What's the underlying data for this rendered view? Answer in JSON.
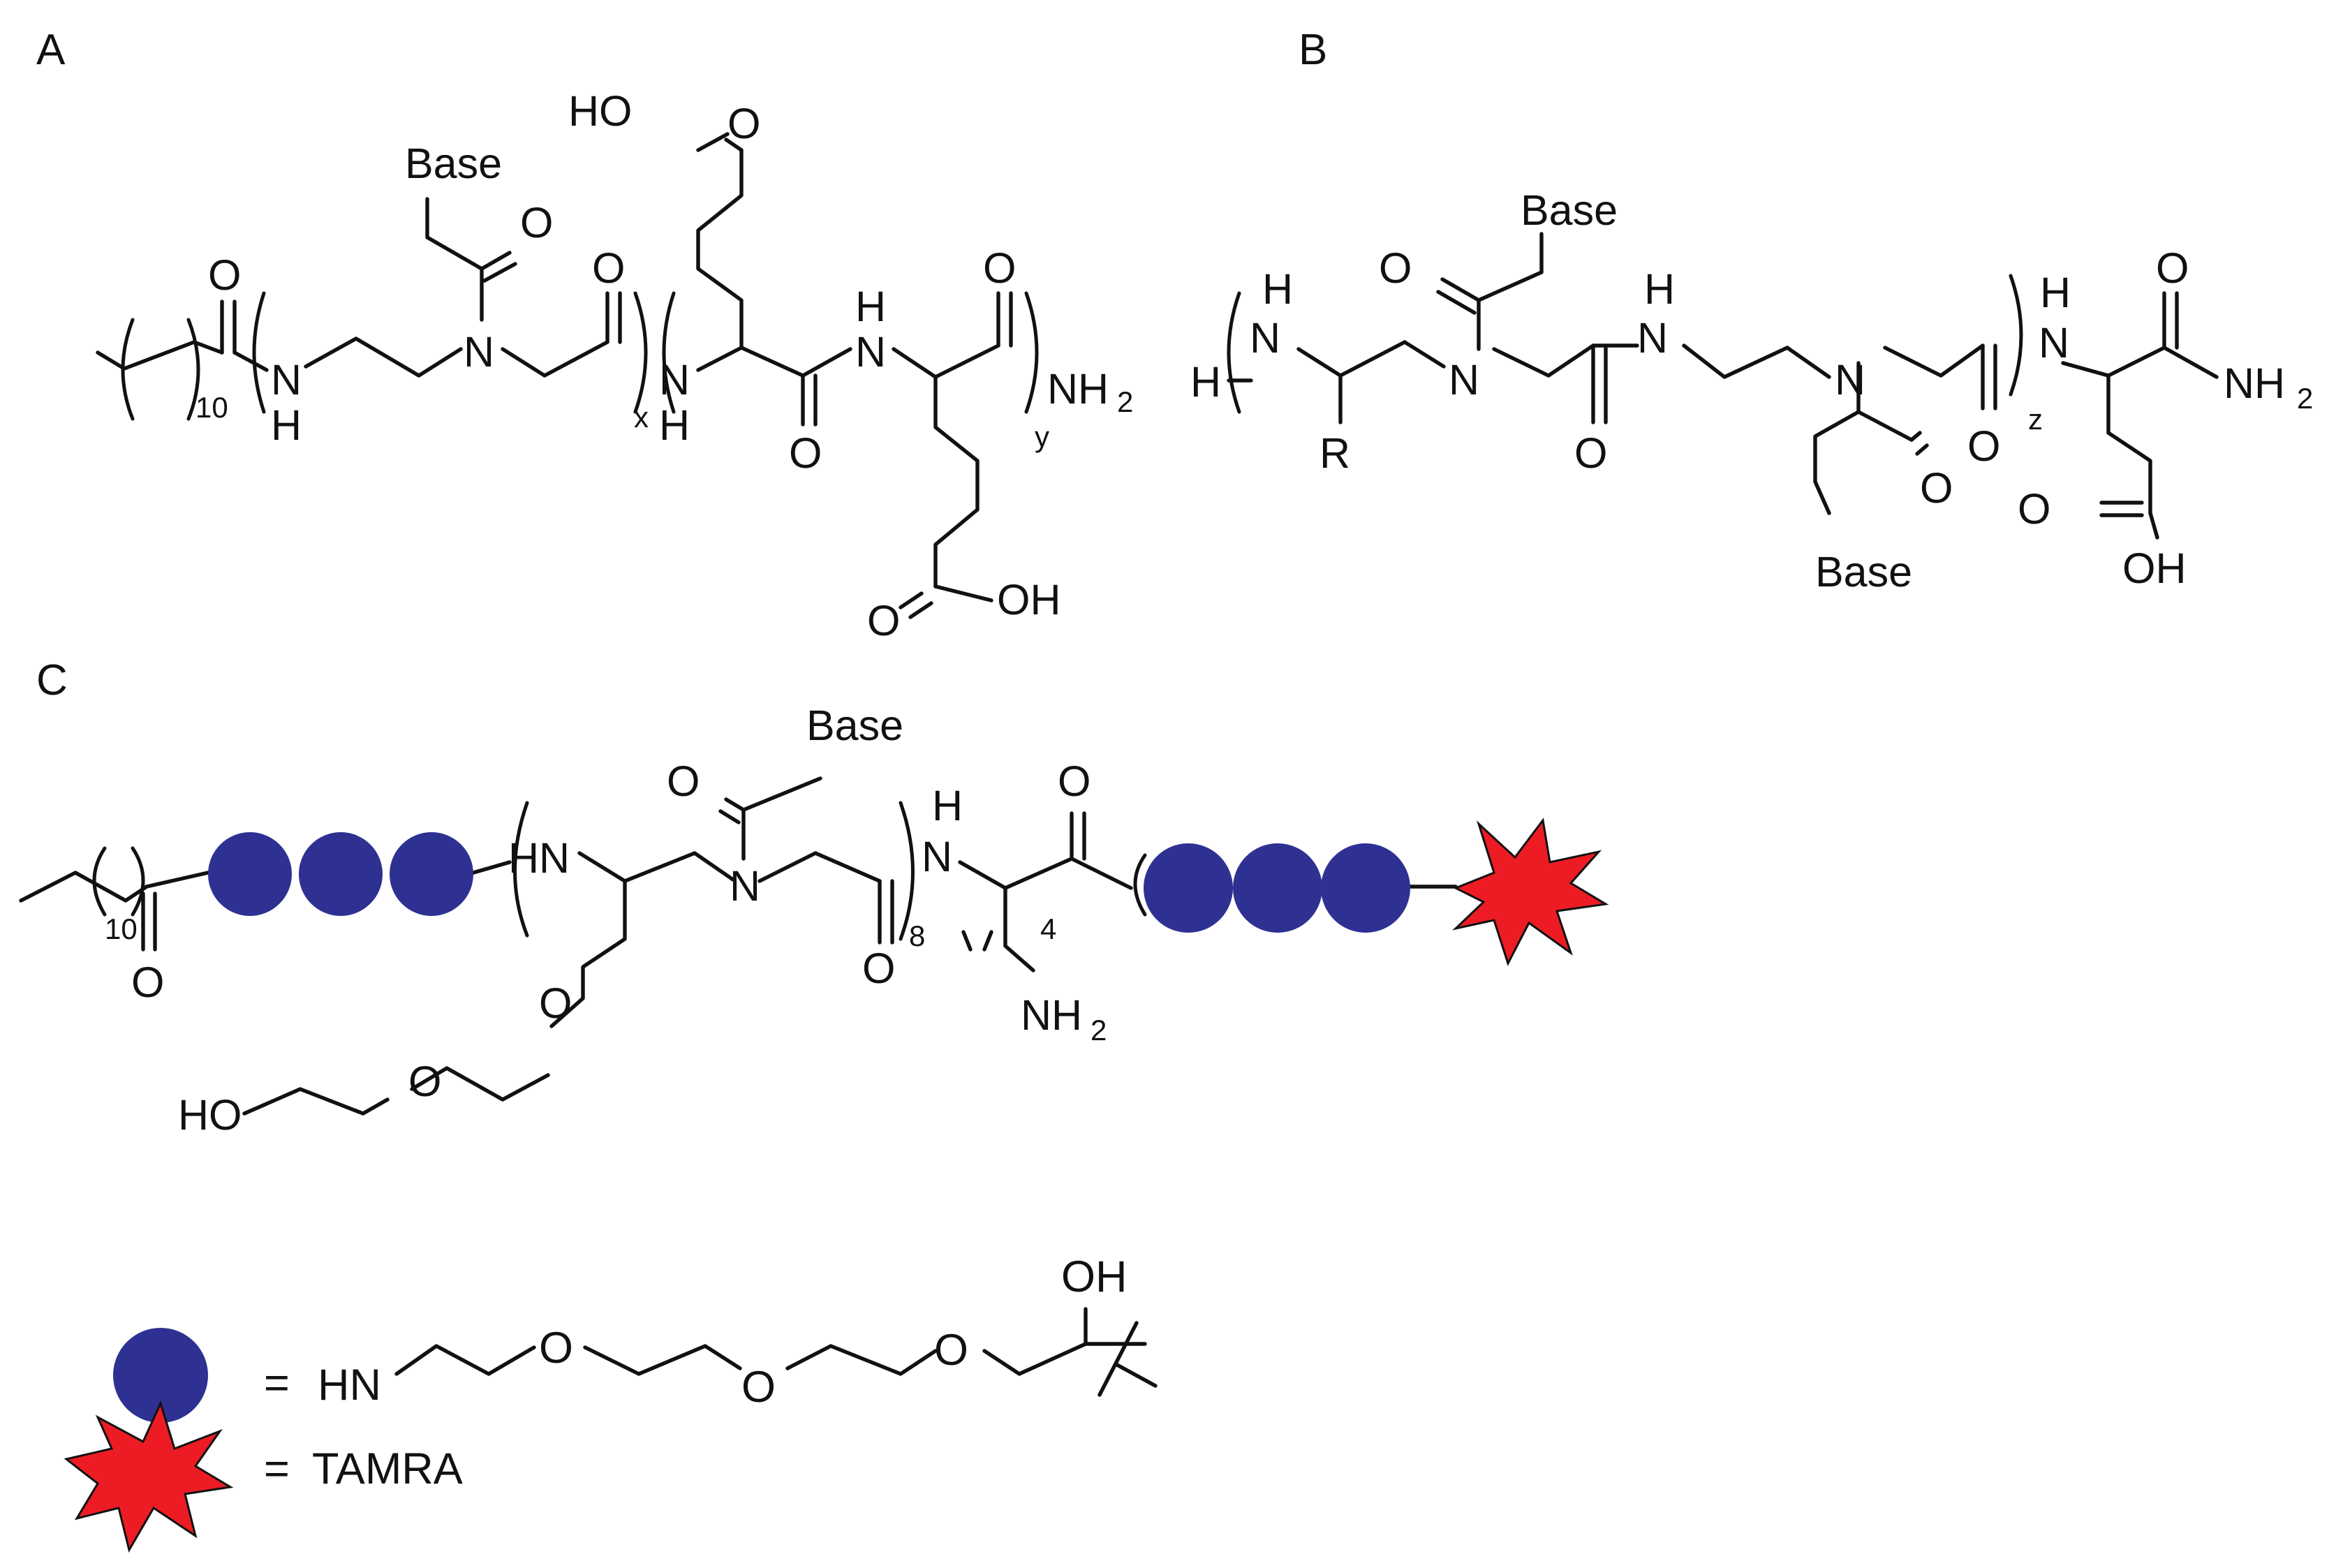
{
  "panels": {
    "a": "A",
    "b": "B",
    "c": "C"
  },
  "atoms": {
    "base": "Base",
    "o": "O",
    "n": "N",
    "h": "H",
    "r": "R",
    "ho": "HO",
    "hn": "HN",
    "oh": "OH",
    "nh2_main": "NH",
    "two": "2"
  },
  "subscripts": {
    "ten": "10",
    "x": "x",
    "y": "y",
    "z": "z",
    "eight": "8",
    "four": "4"
  },
  "legend": {
    "unit_equals": "=",
    "unit_hn": "HN",
    "tamra_equals": "=",
    "tamra_label": "TAMRA"
  },
  "colors": {
    "peg_unit": "#2e3192",
    "tamra_fill": "#ed1c24",
    "line": "#111111"
  }
}
